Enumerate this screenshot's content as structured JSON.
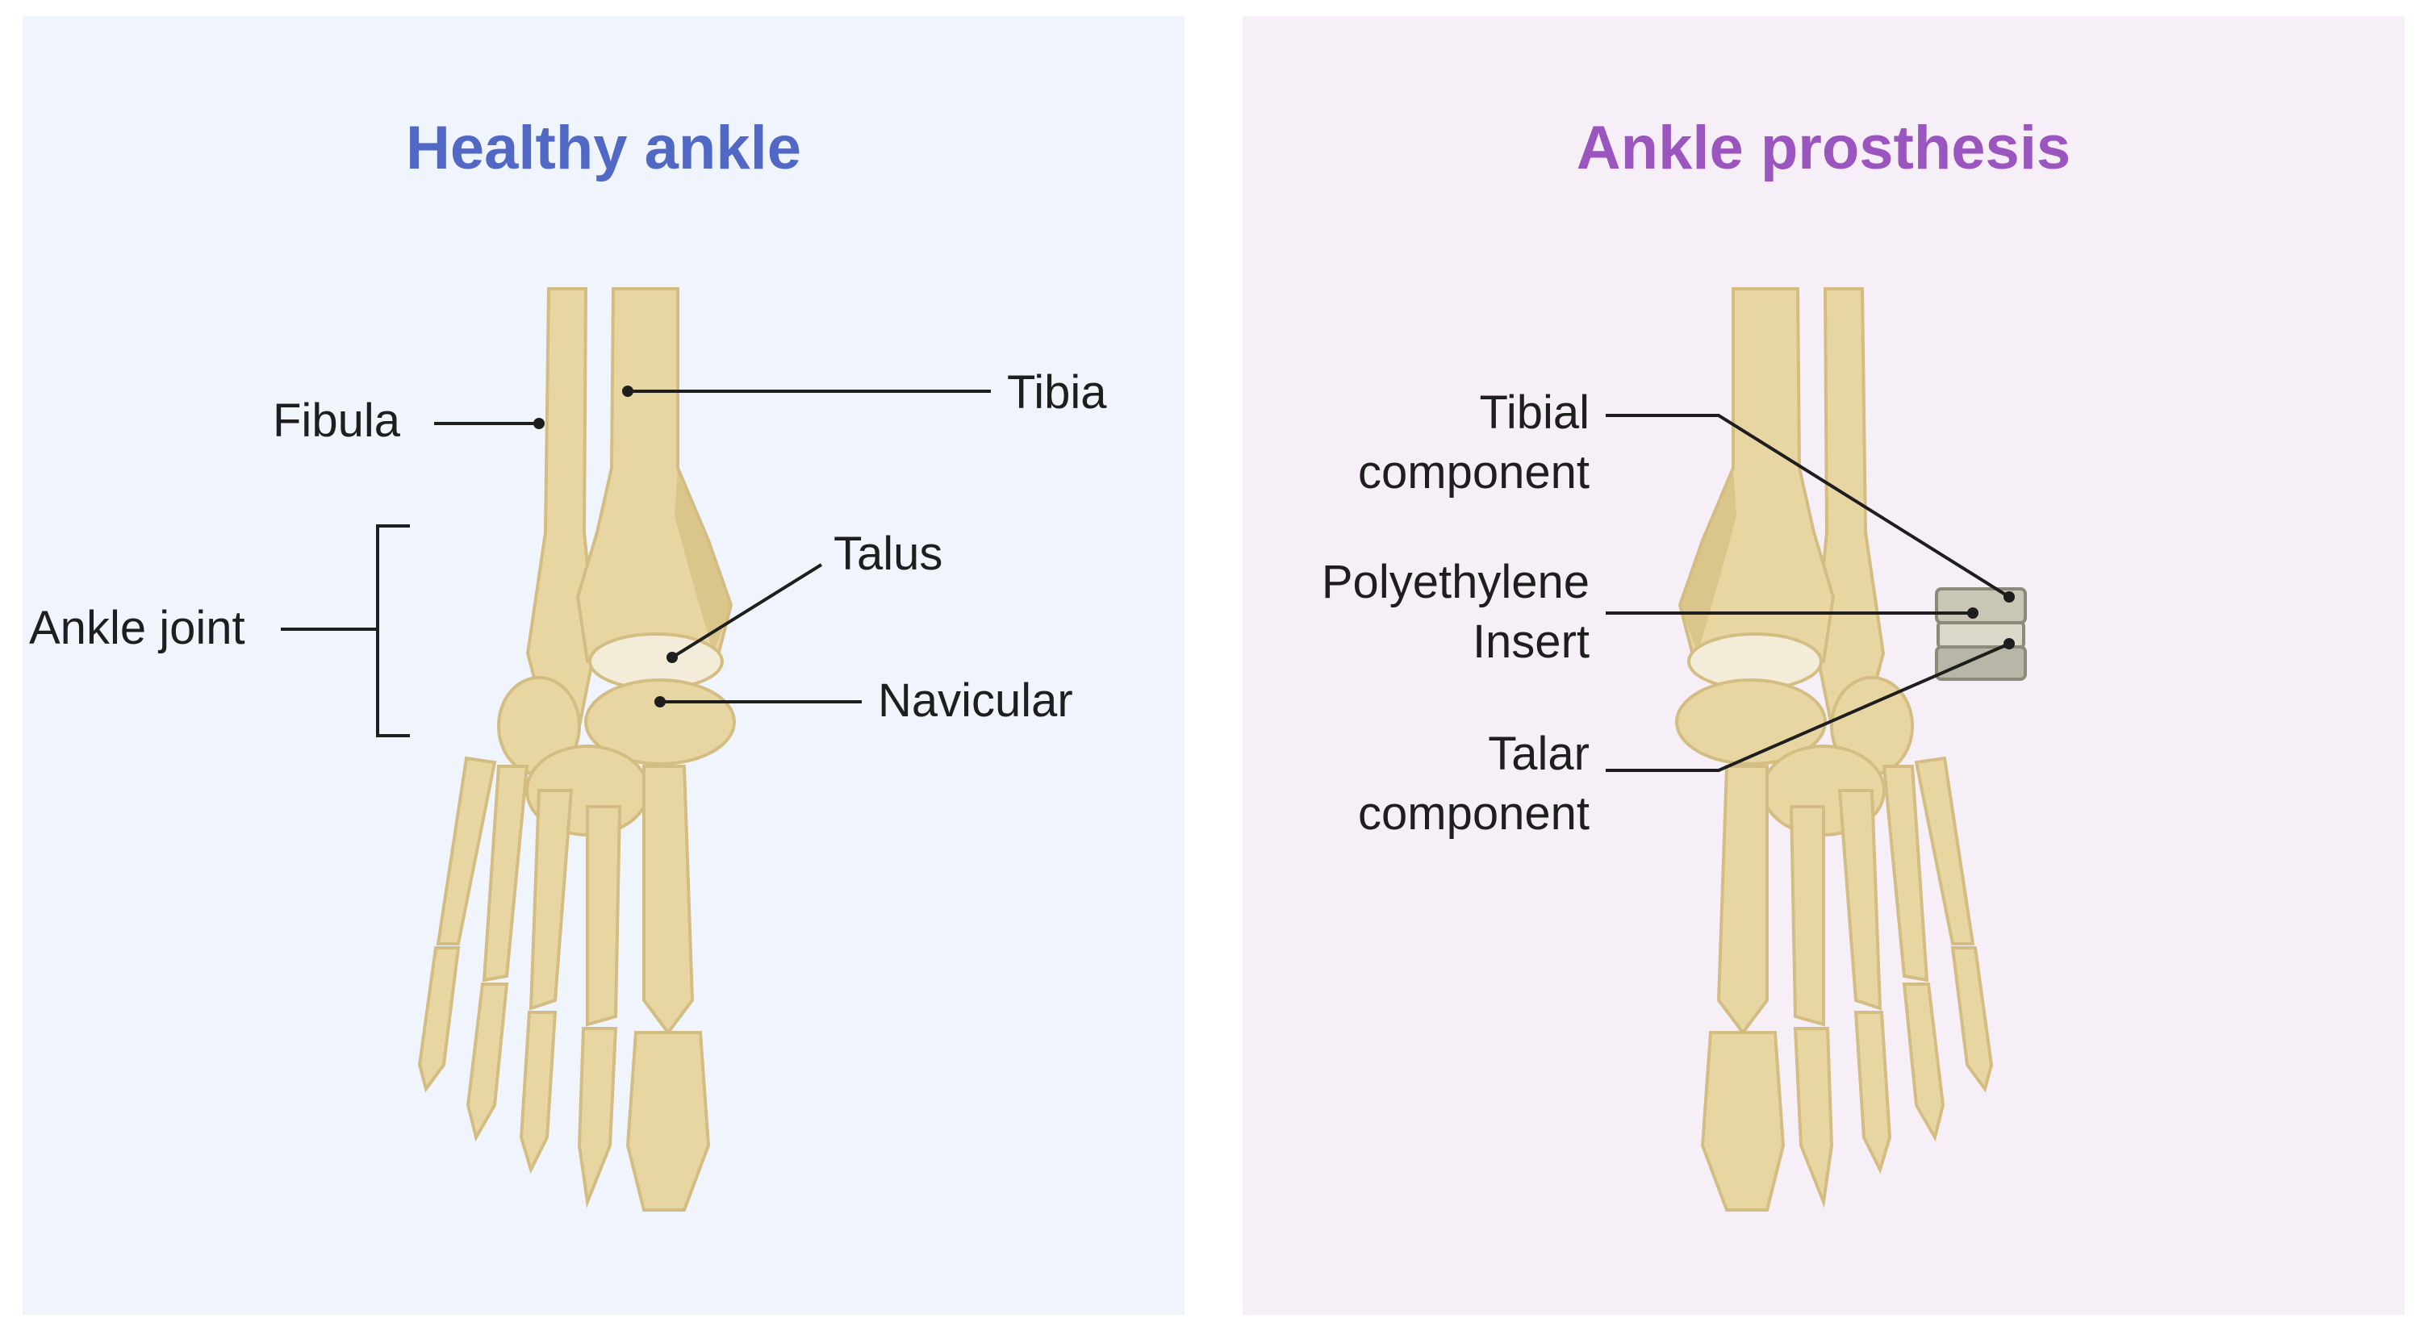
{
  "colors": {
    "healthy_panel_bg": "#f0f5fd",
    "prosthesis_panel_bg": "#f7eff8",
    "healthy_title": "#5168c4",
    "prosthesis_title": "#9a55be",
    "bone": "#e8d6a2",
    "bone_shadow": "#d4bd82",
    "implant": "#b9b6a7"
  },
  "healthy": {
    "title": "Healthy ankle",
    "labels": {
      "fibula": "Fibula",
      "tibia": "Tibia",
      "talus": "Talus",
      "ankle_joint": "Ankle joint",
      "navicular": "Navicular"
    }
  },
  "prosthesis": {
    "title": "Ankle prosthesis",
    "labels": {
      "tibial_line1": "Tibial",
      "tibial_line2": "component",
      "poly_line1": "Polyethylene",
      "poly_line2": "Insert",
      "talar_line1": "Talar",
      "talar_line2": "component"
    }
  }
}
